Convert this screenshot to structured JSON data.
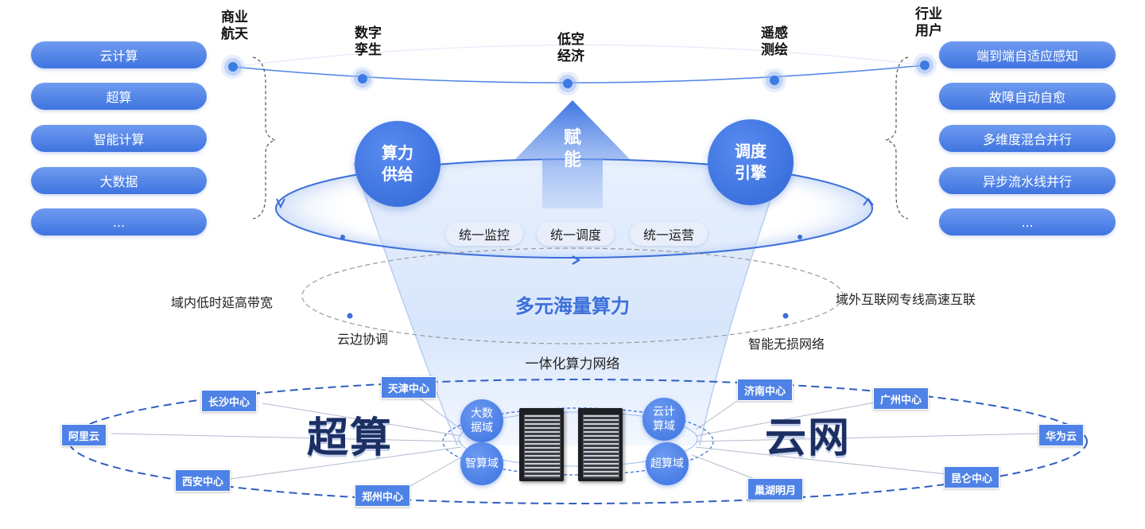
{
  "left_items": [
    "云计算",
    "超算",
    "智能计算",
    "大数据",
    "..."
  ],
  "right_items": [
    "端到端自适应感知",
    "故障自动自愈",
    "多维度混合并行",
    "异步流水线并行",
    "..."
  ],
  "top_nodes": [
    {
      "line1": "商业",
      "line2": "航天"
    },
    {
      "line1": "数字",
      "line2": "孪生"
    },
    {
      "line1": "低空",
      "line2": "经济"
    },
    {
      "line1": "遥感",
      "line2": "测绘"
    },
    {
      "line1": "行业",
      "line2": "用户"
    }
  ],
  "center": {
    "supply": {
      "line1": "算力",
      "line2": "供给"
    },
    "engine": {
      "line1": "调度",
      "line2": "引擎"
    },
    "empower": {
      "line1": "赋",
      "line2": "能"
    },
    "chips": [
      "统一监控",
      "统一调度",
      "统一运营"
    ],
    "main_title": "多元海量算力",
    "network": "一体化算力网络"
  },
  "side_notes": {
    "left_top": "域内低时延高带宽",
    "left_bottom": "云边协调",
    "right_top": "域外互联网专线高速互联",
    "right_bottom": "智能无损网络"
  },
  "bottom": {
    "left_word": "超算",
    "right_word": "云网",
    "domains": [
      {
        "line1": "大数",
        "line2": "据域"
      },
      {
        "line1": "智算域",
        "line2": ""
      },
      {
        "line1": "云计",
        "line2": "算域"
      },
      {
        "line1": "超算域",
        "line2": ""
      }
    ],
    "left_tags": [
      "天津中心",
      "长沙中心",
      "阿里云",
      "西安中心",
      "郑州中心"
    ],
    "right_tags": [
      "济南中心",
      "广州中心",
      "华为云",
      "昆仑中心",
      "巢湖明月"
    ]
  },
  "colors": {
    "accent": "#3f74e0",
    "dark_text": "#1b2f63",
    "funnel": "#cfe0fb"
  }
}
